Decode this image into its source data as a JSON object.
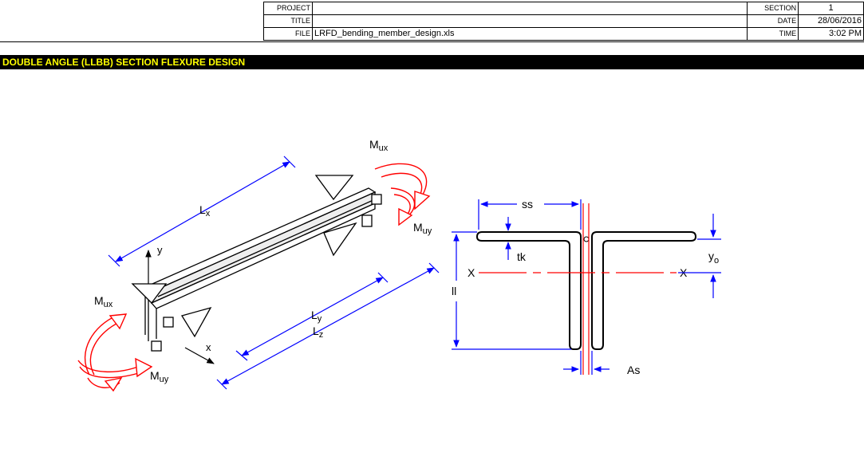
{
  "header": {
    "project_label": "PROJECT",
    "project_value": "",
    "section_label": "SECTION",
    "section_value": "1",
    "title_label": "TITLE",
    "title_value": "",
    "date_label": "DATE",
    "date_value": "28/06/2016",
    "file_label": "FILE",
    "file_value": "LRFD_bending_member_design.xls",
    "time_label": "TIME",
    "time_value": "3:02 PM"
  },
  "banner": {
    "title": "DOUBLE ANGLE (LLBB) SECTION FLEXURE DESIGN"
  },
  "beam_diagram": {
    "lx": "L",
    "lx_sub": "x",
    "ly": "L",
    "ly_sub": "y",
    "lz": "L",
    "lz_sub": "z",
    "mux": "M",
    "mux_sub": "ux",
    "muy": "M",
    "muy_sub": "uy",
    "y_axis": "y",
    "x_axis": "x"
  },
  "section_diagram": {
    "ss": "ss",
    "tk": "tk",
    "ll": "ll",
    "as": "As",
    "x_left": "X",
    "x_right": "X",
    "yo": "y",
    "yo_sub": "o"
  },
  "colors": {
    "dimension": "#0000ff",
    "moment": "#ff0000",
    "banner_text": "#ffff00"
  }
}
